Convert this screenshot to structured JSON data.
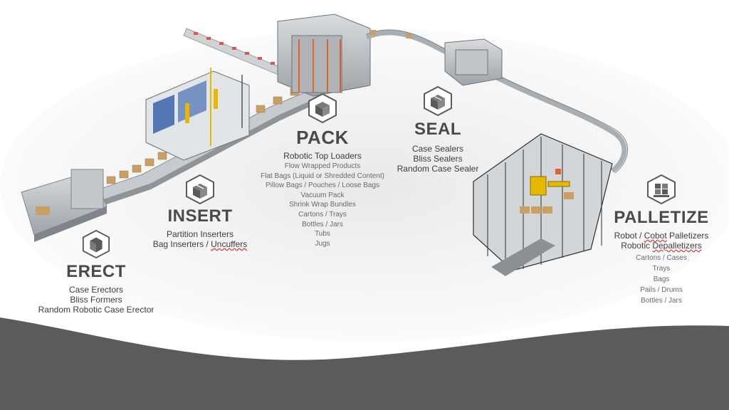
{
  "stages": {
    "erect": {
      "title": "ERECT",
      "icon": "case-erect-icon",
      "items": [
        "Case Erectors",
        "Bliss Formers",
        "Random Robotic Case Erector"
      ]
    },
    "insert": {
      "title": "INSERT",
      "icon": "insert-box-icon",
      "items": [
        "Partition Inserters"
      ],
      "bag_line": {
        "prefix": "Bag Inserters / ",
        "underlined": "Uncuffers"
      }
    },
    "pack": {
      "title": "PACK",
      "icon": "pack-box-icon",
      "lead": "Robotic Top Loaders",
      "items": [
        "Flow Wrapped Products",
        "Flat Bags (Liquid or Shredded Content)",
        "Pillow Bags / Pouches / Loose Bags",
        "Vacuum Pack",
        "Shrink Wrap Bundles",
        "Cartons / Trays",
        "Bottles / Jars",
        "Tubs",
        "Jugs"
      ]
    },
    "seal": {
      "title": "SEAL",
      "icon": "sealed-box-icon",
      "items": [
        "Case Sealers",
        "Bliss Sealers",
        "Random Case Sealer"
      ]
    },
    "palletize": {
      "title": "PALLETIZE",
      "icon": "pallet-stack-icon",
      "line1": {
        "prefix": "Robot / ",
        "underlined": "Cobot",
        "suffix": " Palletizers"
      },
      "line2": {
        "prefix": "Robotic ",
        "underlined": "Depalletizers"
      },
      "items": [
        "Cartons / Cases",
        "Trays",
        "Bags",
        "Pails / Drums",
        "Bottles / Jars"
      ]
    }
  },
  "colors": {
    "footer_band": "#5b5b5b",
    "icon_stroke": "#5a5a5a",
    "machine_gray": "#b8bcc0",
    "cardboard": "#c9a064",
    "robot_yellow": "#e6b800",
    "guard_orange": "#e0622c"
  }
}
